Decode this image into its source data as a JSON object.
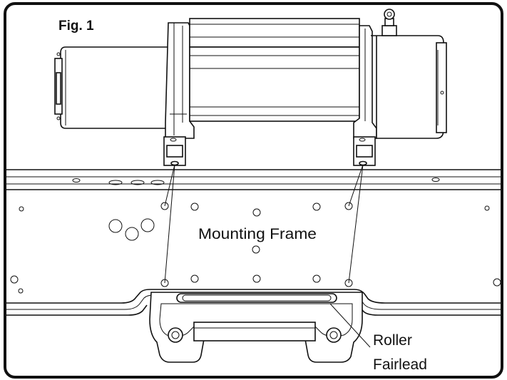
{
  "figure": {
    "label": "Fig. 1",
    "mounting_frame_label": "Mounting Frame",
    "fairlead_label_line1": "Roller",
    "fairlead_label_line2": "Fairlead"
  },
  "colors": {
    "line": "#111111",
    "background": "#ffffff"
  }
}
